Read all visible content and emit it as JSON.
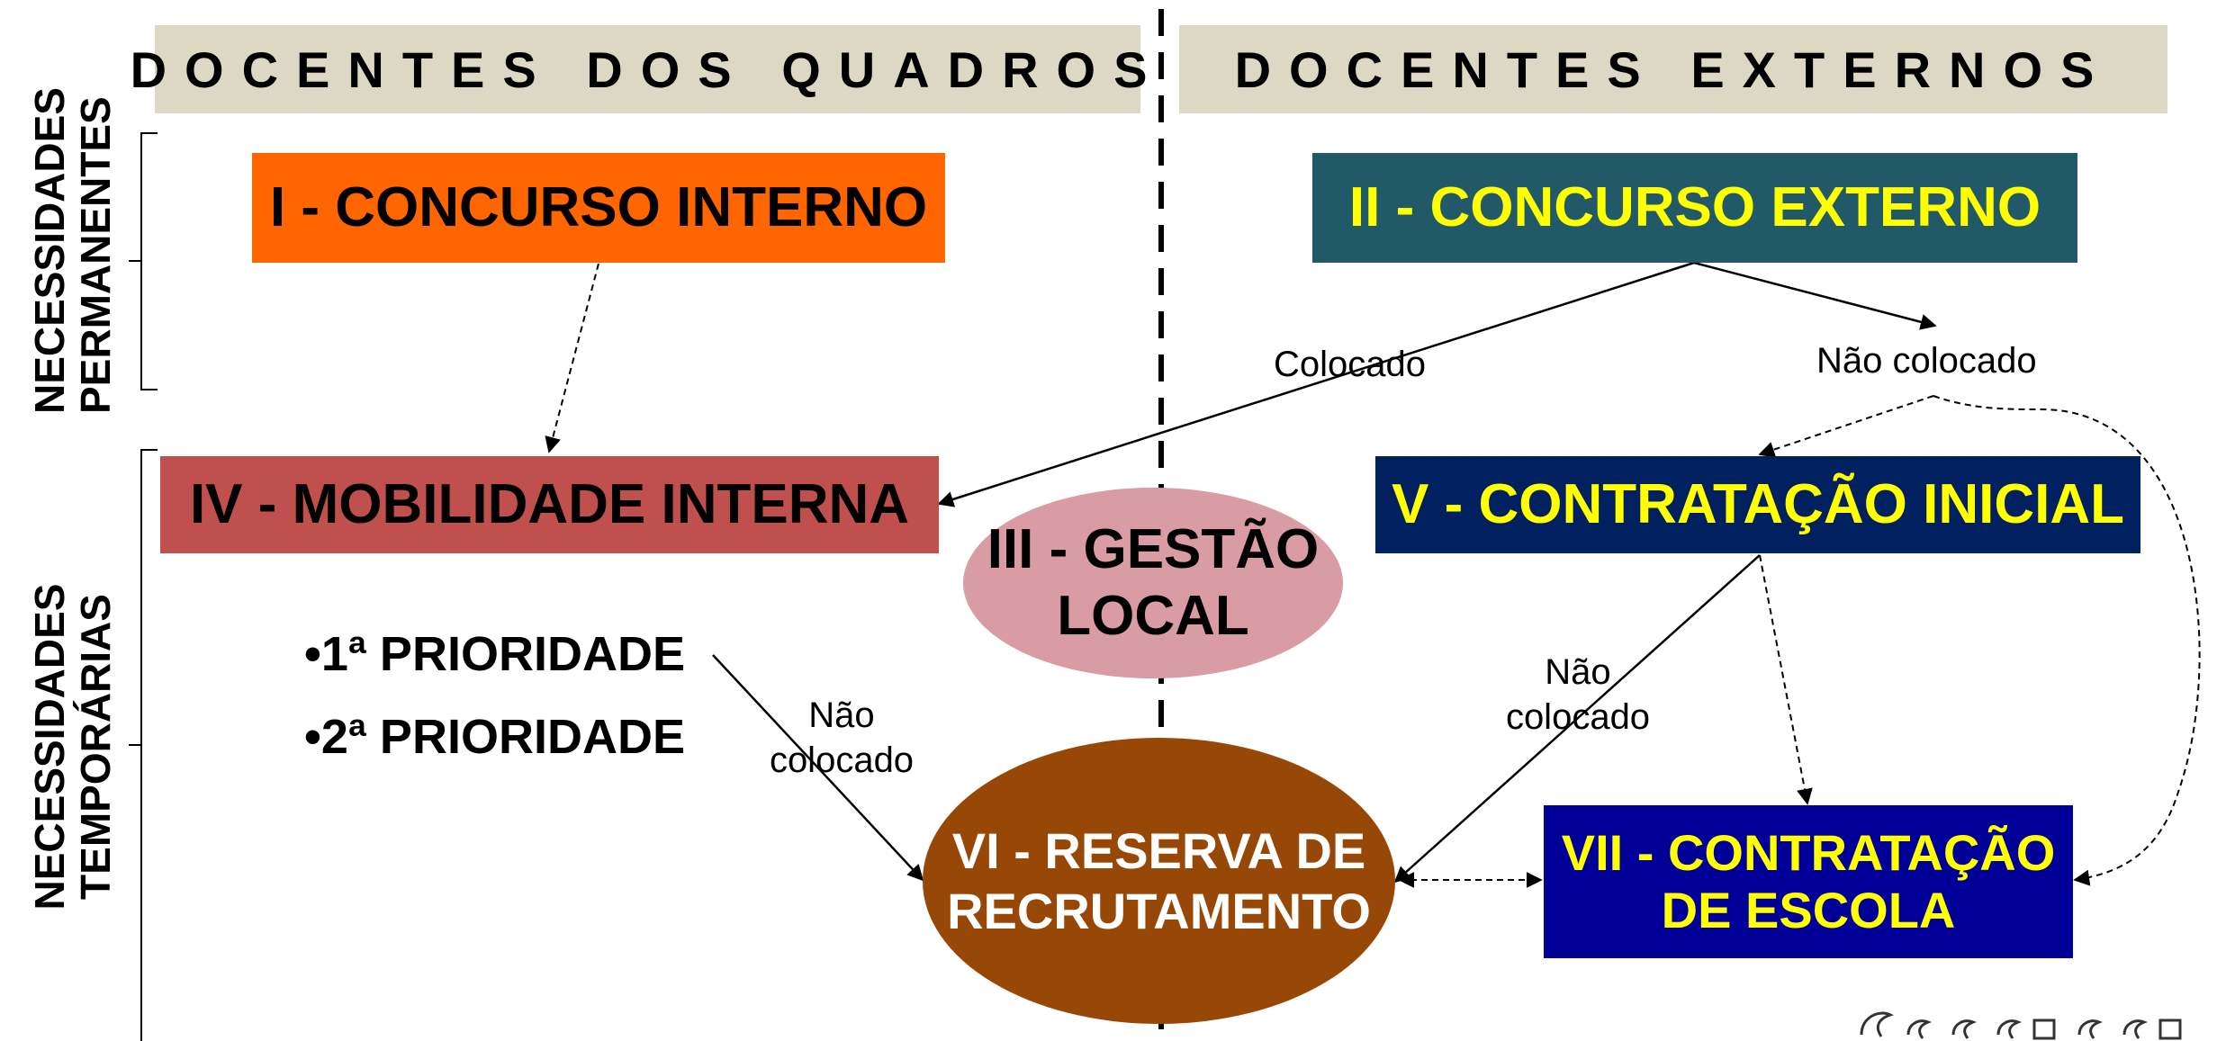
{
  "headers": {
    "left": "DOCENTES DOS QUADROS",
    "right": "DOCENTES EXTERNOS"
  },
  "side_labels": {
    "permanent_line1": "NECESSIDADES",
    "permanent_line2": "PERMANENTES",
    "temporary_line1": "NECESSIDADES",
    "temporary_line2": "TEMPORÁRIAS"
  },
  "boxes": {
    "b1": "I - CONCURSO INTERNO",
    "b2": "II - CONCURSO EXTERNO",
    "b3_line1": "III - GESTÃO",
    "b3_line2": "LOCAL",
    "b4": "IV - MOBILIDADE INTERNA",
    "b5": "V - CONTRATAÇÃO INICIAL",
    "b6_line1": "VI - RESERVA DE",
    "b6_line2": "RECRUTAMENTO",
    "b7_line1": "VII - CONTRATAÇÃO",
    "b7_line2": "DE ESCOLA"
  },
  "priorities": {
    "p1": "•1ª PRIORIDADE",
    "p2": "•2ª PRIORIDADE"
  },
  "edge_labels": {
    "colocado": "Colocado",
    "nao_colocado_top": "Não colocado",
    "nao_colocado_left_1": "Não",
    "nao_colocado_left_2": "colocado",
    "nao_colocado_right_1": "Não",
    "nao_colocado_right_2": "colocado"
  },
  "colors": {
    "header_bg": "#dcd8c4",
    "b1": "#ff6600",
    "b2": "#215968",
    "b3": "#d99ba4",
    "b4": "#c0504d",
    "b5": "#002060",
    "b6": "#974806",
    "b7": "#000099",
    "yellow_text": "#ffff00"
  }
}
